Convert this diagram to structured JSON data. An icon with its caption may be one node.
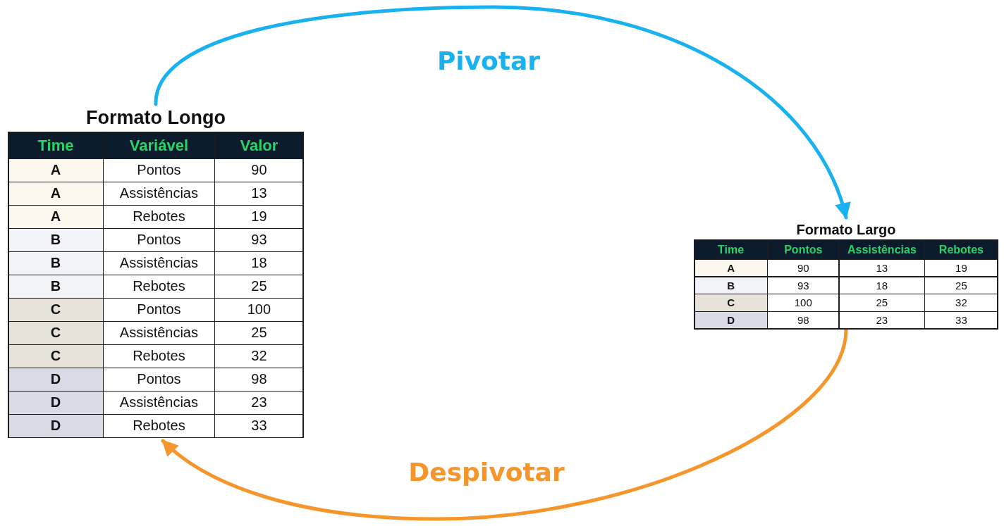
{
  "diagram": {
    "nodes": [
      {
        "text": [
          "Formato Longo",
          "Time",
          "Variável",
          "Valor",
          "A",
          "Pontos",
          "90",
          "A",
          "Assistências",
          "13",
          "A",
          "Rebotes",
          "19",
          "B",
          "Pontos",
          "93",
          "B",
          "Assistências",
          "18",
          "B",
          "Rebotes",
          "25",
          "C",
          "Pontos",
          "100",
          "C",
          "Assistências",
          "25",
          "C",
          "Rebotes",
          "32",
          "D",
          "Pontos",
          "98",
          "D",
          "Assistências",
          "23",
          "D",
          "Rebotes",
          "33"
        ]
      },
      {
        "text": [
          "Formato Largo",
          "Time",
          "Pontos",
          "Assistências",
          "Rebotes",
          "A",
          "90",
          "13",
          "19",
          "B",
          "93",
          "18",
          "25",
          "C",
          "100",
          "25",
          "32",
          "D",
          "98",
          "23",
          "33"
        ]
      }
    ],
    "edges": [
      {
        "from": 0,
        "to": 1,
        "arrow": "to",
        "label": "Pivotar",
        "color": "#1ab2ee"
      },
      {
        "from": 1,
        "to": 0,
        "arrow": "to",
        "label": "Despivotar",
        "color": "#f4962b"
      }
    ]
  }
}
